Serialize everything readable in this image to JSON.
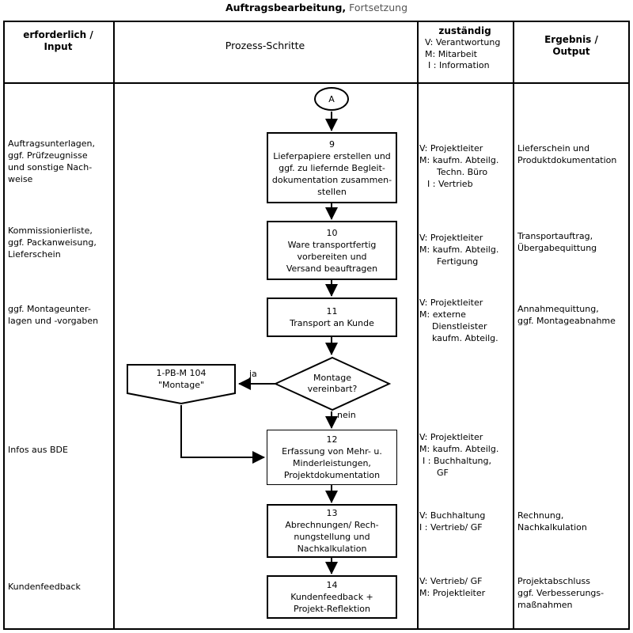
{
  "title": {
    "main": "Auftragsbearbeitung",
    "comma": ",",
    "cont": "Fortsetzung"
  },
  "headers": {
    "input": "erforderlich /\nInput",
    "input_l1": "erforderlich /",
    "input_l2": "Input",
    "process": "Prozess-Schritte",
    "responsible_title": "zuständig",
    "responsible_l1": "V: Verantwortung",
    "responsible_l2": "M: Mitarbeit",
    "responsible_l3": "I : Information",
    "output_l1": "Ergebnis /",
    "output_l2": "Output"
  },
  "connector": {
    "label": "A"
  },
  "steps": [
    {
      "num": "9",
      "text_lines": [
        "Lieferpapiere erstellen und",
        "ggf. zu liefernde Begleit-",
        "dokumentation zusammen-",
        "stellen"
      ],
      "input_lines": [
        "Auftragsunterlagen,",
        "ggf. Prüfzeugnisse",
        "und sonstige Nach-",
        "weise"
      ],
      "resp_lines": [
        "V: Projektleiter",
        "M: kaufm. Abteilg.",
        "Techn. Büro",
        "I : Vertrieb"
      ],
      "output_lines": [
        "Lieferschein und",
        "Produktdokumentation"
      ]
    },
    {
      "num": "10",
      "text_lines": [
        "Ware transportfertig",
        "vorbereiten und",
        "Versand beauftragen"
      ],
      "input_lines": [
        "Kommissionierliste,",
        "ggf. Packanweisung,",
        "Lieferschein"
      ],
      "resp_lines": [
        "V: Projektleiter",
        "M: kaufm. Abteilg.",
        "Fertigung"
      ],
      "output_lines": [
        "Transportauftrag,",
        "Übergabequittung"
      ]
    },
    {
      "num": "11",
      "text_lines": [
        "Transport an Kunde"
      ],
      "input_lines": [
        "ggf. Montageunter-",
        "lagen und -vorgaben"
      ],
      "resp_lines": [
        "V: Projektleiter",
        "M: externe",
        "Dienstleister",
        "kaufm. Abteilg."
      ],
      "output_lines": [
        "Annahmequittung,",
        "ggf. Montageabnahme"
      ]
    },
    {
      "num": "12",
      "text_lines": [
        "Erfassung von Mehr- u.",
        "Minderleistungen,",
        "Projektdokumentation"
      ],
      "input_lines": [
        "Infos aus BDE"
      ],
      "resp_lines": [
        "V: Projektleiter",
        "M: kaufm. Abteilg.",
        "I : Buchhaltung,",
        "GF"
      ],
      "output_lines": []
    },
    {
      "num": "13",
      "text_lines": [
        "Abrechnungen/ Rech-",
        "nungstellung und",
        "Nachkalkulation"
      ],
      "input_lines": [],
      "resp_lines": [
        "V: Buchhaltung",
        "I : Vertrieb/ GF"
      ],
      "output_lines": [
        "Rechnung,",
        "Nachkalkulation"
      ]
    },
    {
      "num": "14",
      "text_lines": [
        "Kundenfeedback +",
        "Projekt-Reflektion"
      ],
      "input_lines": [
        "Kundenfeedback"
      ],
      "resp_lines": [
        "V: Vertrieb/ GF",
        "M: Projektleiter"
      ],
      "output_lines": [
        "Projektabschluss",
        "ggf. Verbesserungs-",
        "maßnahmen"
      ]
    }
  ],
  "decision": {
    "l1": "Montage",
    "l2": "vereinbart?",
    "yes": "ja",
    "no": "nein"
  },
  "reference": {
    "l1": "1-PB-M 104",
    "l2": "\"Montage\""
  },
  "colors": {
    "line": "#000000",
    "background": "#ffffff",
    "title_light": "#555555"
  }
}
